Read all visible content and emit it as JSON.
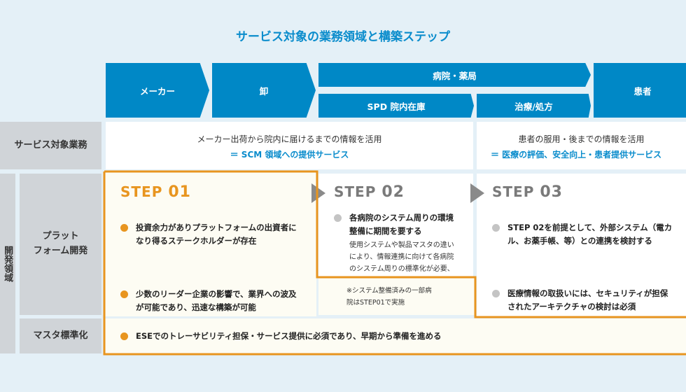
{
  "title": "サービス対象の業務領域と構築ステップ",
  "header": {
    "maker": "メーカー",
    "wholesale": "卸",
    "hospital_pharmacy": "病院・薬局",
    "spd": "SPD 院内在庫",
    "treatment": "治療/処方",
    "patient": "患者"
  },
  "rows": {
    "service": "サービス対象業務",
    "dev_area": "開発領域",
    "platform": "プラット\nフォーム開発",
    "master": "マスタ標準化"
  },
  "service": {
    "left_line1": "メーカー出荷から院内に届けるまでの情報を活用",
    "left_line2": "＝ SCM 領域への提供サービス",
    "right_line1": "患者の服用・後までの情報を活用",
    "right_line2": "＝ 医療の評価、安全向上・患者提供サービス"
  },
  "steps": [
    {
      "label": "STEP",
      "num": "01",
      "color": "#e8951f",
      "bullets": [
        "投資余力がありプラットフォームの出資者になり得るステークホルダーが存在",
        "少数のリーダー企業の影響で、業界への波及が可能であり、迅速な構築が可能"
      ]
    },
    {
      "label": "STEP",
      "num": "02",
      "color": "#7a7a7a",
      "bullets": [
        "各病院のシステム周りの環境整備に期間を要する"
      ],
      "sub": "使用システムや製品マスタの違いにより、情報連携に向けて各病院のシステム周りの標準化が必要、等",
      "note": "※システム整備済みの一部病院はSTEP01で実施"
    },
    {
      "label": "STEP",
      "num": "03",
      "color": "#7a7a7a",
      "bullets": [
        "STEP 02を前提として、外部システム（電カル、お薬手帳、等）との連携を検討する",
        "医療情報の取扱いには、セキュリティが担保されたアーキテクチャの検討は必須"
      ]
    }
  ],
  "master_text": "ESEでのトレーサビリティ担保・サービス提供に必須であり、早期から準備を進める",
  "colors": {
    "blue": "#0088c6",
    "orange": "#e8951f",
    "gray_dot": "#c4c4c4",
    "label_bg": "#d0d4d8"
  }
}
